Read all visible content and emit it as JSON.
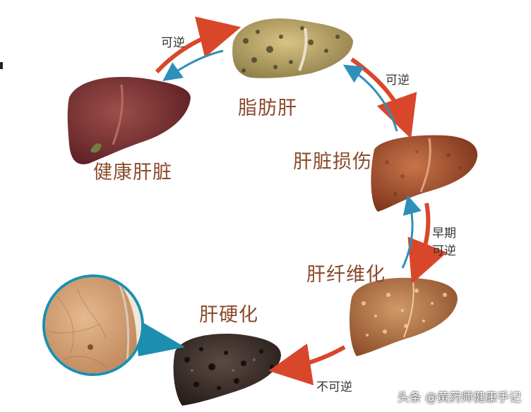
{
  "stages": {
    "healthy": "健康肝脏",
    "fatty": "脂肪肝",
    "damage": "肝脏损伤",
    "fibrosis": "肝纤维化",
    "cirrhosis": "肝硬化"
  },
  "transitions": {
    "healthy_to_fatty": "可逆",
    "fatty_to_damage": "可逆",
    "damage_to_fibrosis_line1": "早期",
    "damage_to_fibrosis_line2": "可逆",
    "fibrosis_to_cirrhosis": "不可逆"
  },
  "watermark": "头条 @黄药师健康手记",
  "colors": {
    "forward_arrow": "#d9472b",
    "reverse_arrow": "#2f8fb8",
    "label_text": "#8a4a2c",
    "zoom_ring": "#1c8fb0"
  }
}
